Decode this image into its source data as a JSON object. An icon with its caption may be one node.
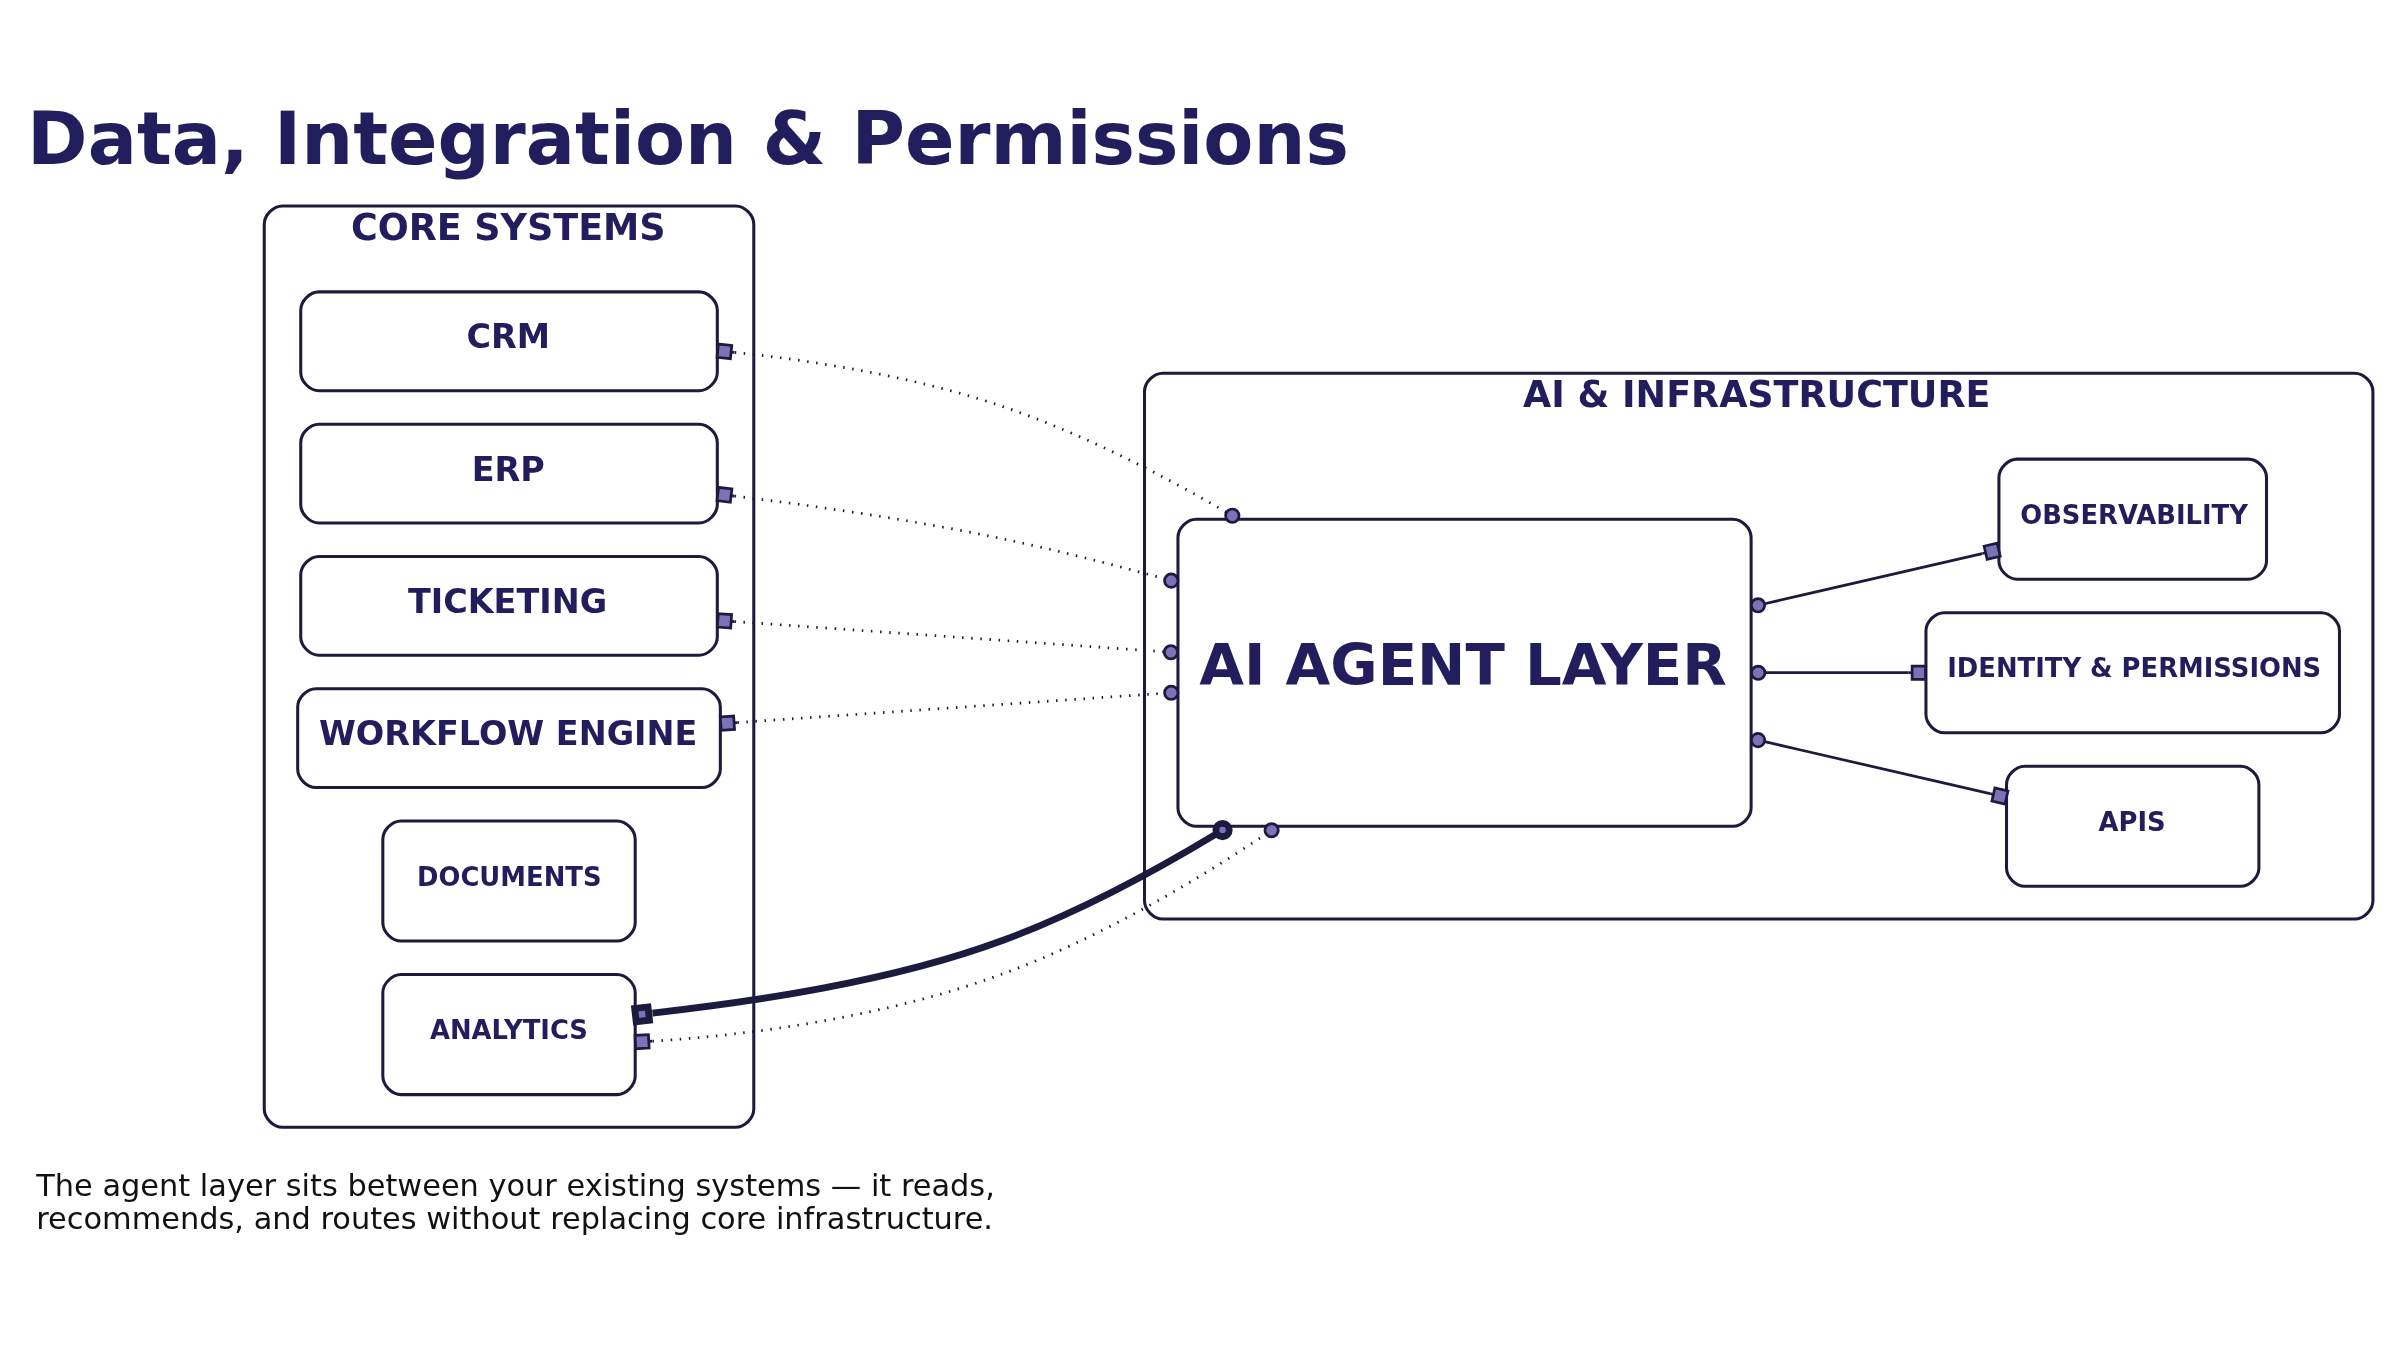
{
  "diagram": {
    "title": "Data, Integration & Permissions",
    "caption": "The agent layer sits between your existing systems — it reads, recommends, and routes without replacing core infrastructure.",
    "nodes": [
      {
        "text": [
          "CORE SYSTEMS"
        ]
      },
      {
        "text": [
          "CRM"
        ],
        "in": 0
      },
      {
        "text": [
          "ERP"
        ],
        "in": 0
      },
      {
        "text": [
          "TICKETING"
        ],
        "in": 0
      },
      {
        "text": [
          "WORKFLOW ENGINE"
        ],
        "in": 0
      },
      {
        "text": [
          "DOCUMENTS"
        ],
        "in": 0
      },
      {
        "text": [
          "ANALYTICS"
        ],
        "in": 0
      },
      {
        "text": [
          "AI & INFRASTRUCTURE"
        ]
      },
      {
        "text": [
          "AI AGENT LAYER"
        ],
        "in": 7
      },
      {
        "text": [
          "APIS"
        ],
        "in": 7
      },
      {
        "text": [
          "IDENTITY & PERMISSIONS"
        ],
        "in": 7
      },
      {
        "text": [
          "OBSERVABILITY"
        ],
        "in": 7
      }
    ],
    "edges": [
      {
        "from": 1,
        "to": 8,
        "arrow": "other",
        "style": "dashed"
      },
      {
        "from": 2,
        "to": 8,
        "arrow": "other",
        "style": "dashed"
      },
      {
        "from": 3,
        "to": 8,
        "arrow": "other",
        "style": "dashed"
      },
      {
        "from": 4,
        "to": 8,
        "arrow": "other",
        "style": "dashed"
      },
      {
        "from": 6,
        "to": 8,
        "arrow": "other",
        "style": "dashed"
      },
      {
        "from": 6,
        "to": 8,
        "arrow": "other",
        "style": "thick"
      },
      {
        "from": 8,
        "to": 9,
        "arrow": "other"
      },
      {
        "from": 8,
        "to": 10,
        "arrow": "other"
      },
      {
        "from": 8,
        "to": 11,
        "arrow": "other"
      }
    ]
  }
}
